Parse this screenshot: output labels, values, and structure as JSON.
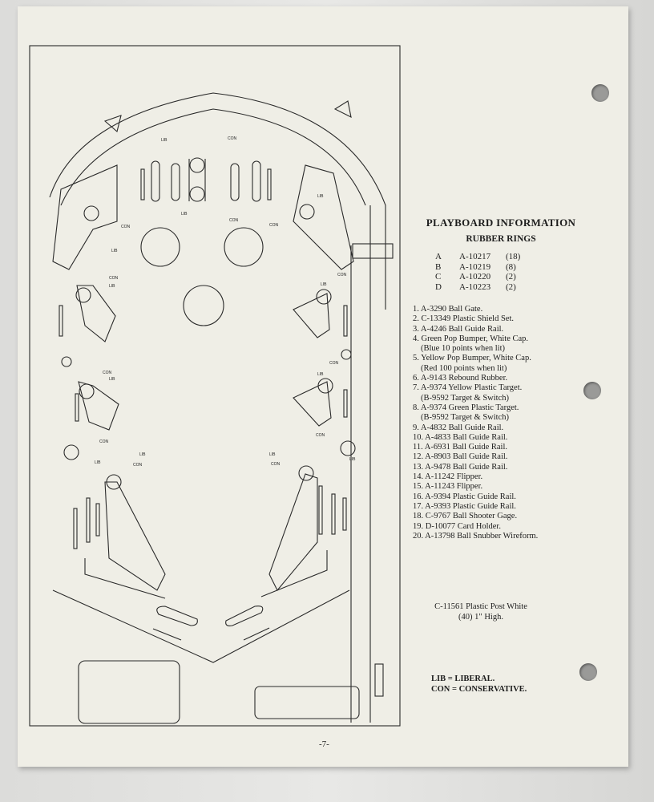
{
  "header": {
    "title": "PLAYBOARD INFORMATION",
    "subtitle": "RUBBER RINGS"
  },
  "rubber_rings": [
    {
      "letter": "A",
      "part": "A-10217",
      "qty": "(18)"
    },
    {
      "letter": "B",
      "part": "A-10219",
      "qty": "(8)"
    },
    {
      "letter": "C",
      "part": "A-10220",
      "qty": "(2)"
    },
    {
      "letter": "D",
      "part": "A-10223",
      "qty": "(2)"
    }
  ],
  "parts": [
    "1. A-3290 Ball Gate.",
    "2. C-13349 Plastic Shield Set.",
    "3. A-4246 Ball Guide Rail.",
    "4. Green Pop Bumper, White Cap.",
    "(Blue 10 points when lit)",
    "5. Yellow Pop Bumper, White Cap.",
    "(Red 100 points when lit)",
    "6. A-9143 Rebound Rubber.",
    "7. A-9374 Yellow Plastic Target.",
    "(B-9592 Target & Switch)",
    "8. A-9374 Green Plastic Target.",
    "(B-9592 Target & Switch)",
    "9. A-4832 Ball Guide Rail.",
    "10. A-4833 Ball Guide Rail.",
    "11. A-6931 Ball Guide Rail.",
    "12. A-8903 Ball Guide Rail.",
    "13. A-9478 Ball Guide Rail.",
    "14. A-11242 Flipper.",
    "15. A-11243 Flipper.",
    "16. A-9394 Plastic Guide Rail.",
    "17. A-9393 Plastic Guide Rail.",
    "18. C-9767 Ball Shooter Gage.",
    "19. D-10077 Card Holder.",
    "20. A-13798 Ball Snubber Wireform."
  ],
  "post_note": {
    "line1": "C-11561 Plastic Post White",
    "line2": "(40) 1\" High."
  },
  "legend": [
    {
      "abbr": "LIB",
      "meaning": "LIBERAL."
    },
    {
      "abbr": "CON",
      "meaning": "CONSERVATIVE."
    }
  ],
  "page_number": "-7-",
  "diagram_labels": {
    "lib": "LIB",
    "con": "CON"
  }
}
